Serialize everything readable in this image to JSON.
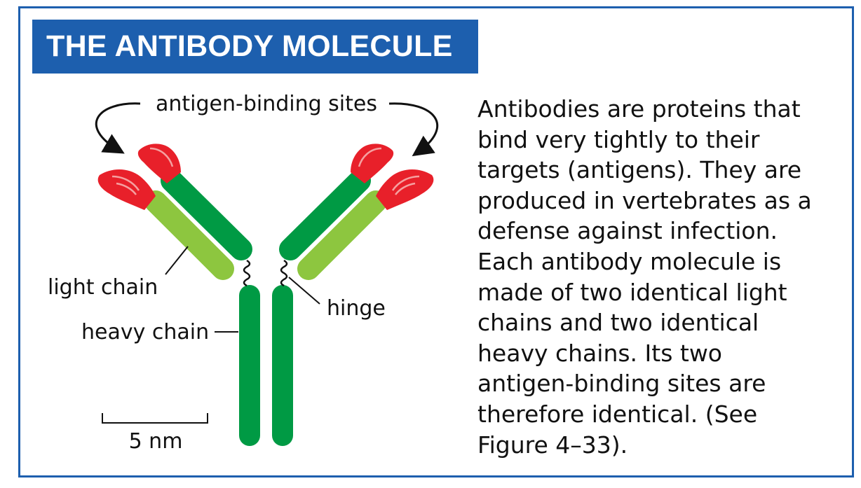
{
  "title": "THE ANTIBODY MOLECULE",
  "labels": {
    "antigen_binding_sites": "antigen-binding sites",
    "light_chain": "light chain",
    "heavy_chain": "heavy chain",
    "hinge": "hinge",
    "scale": "5 nm"
  },
  "description_lines": [
    "Antibodies are proteins that",
    "bind very tightly to their",
    "targets (antigens). They are",
    "produced in vertebrates as a",
    "defense against infection.",
    "Each antibody molecule is",
    "made of two identical light",
    "chains and two identical",
    "heavy chains. Its two",
    "antigen-binding sites are",
    "therefore identical. (See",
    "Figure 4–33)."
  ],
  "colors": {
    "frame": "#1d5fae",
    "heavy_chain": "#009a44",
    "light_chain": "#8dc63f",
    "binding_site": "#e8202a"
  }
}
